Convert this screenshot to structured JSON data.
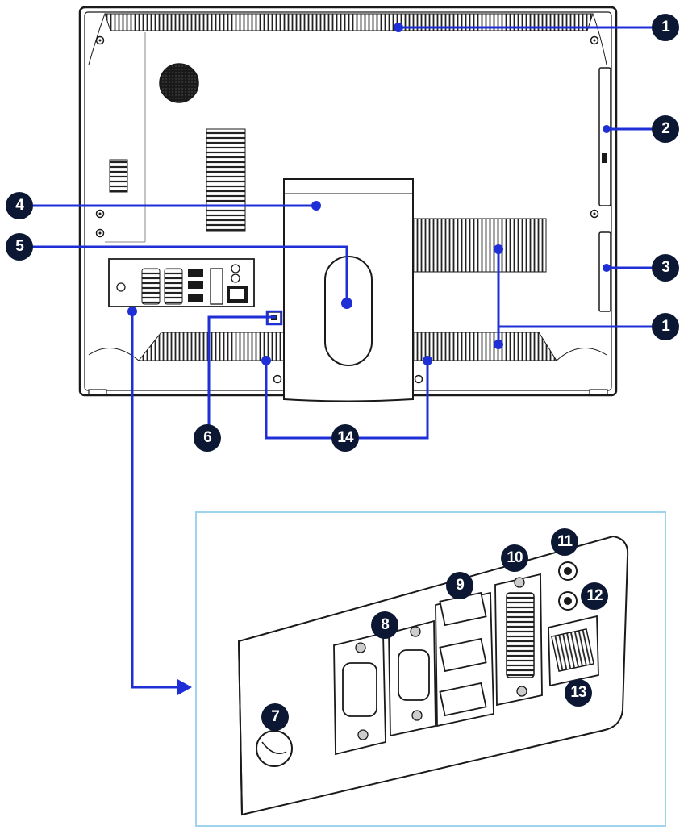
{
  "callouts": {
    "c1_top": "1",
    "c2": "2",
    "c3": "3",
    "c1_right": "1",
    "c4": "4",
    "c5": "5",
    "c6": "6",
    "c14": "14",
    "c7": "7",
    "c8": "8",
    "c9": "9",
    "c10": "10",
    "c11": "11",
    "c12": "12",
    "c13": "13"
  },
  "colors": {
    "callout_fill": "#0b1733",
    "leader_line": "#1f2fd6",
    "outline": "#1a1a1a",
    "inset_border": "#9fd4ee",
    "body_fill": "#ffffff",
    "shade": "#e9e9e9"
  }
}
